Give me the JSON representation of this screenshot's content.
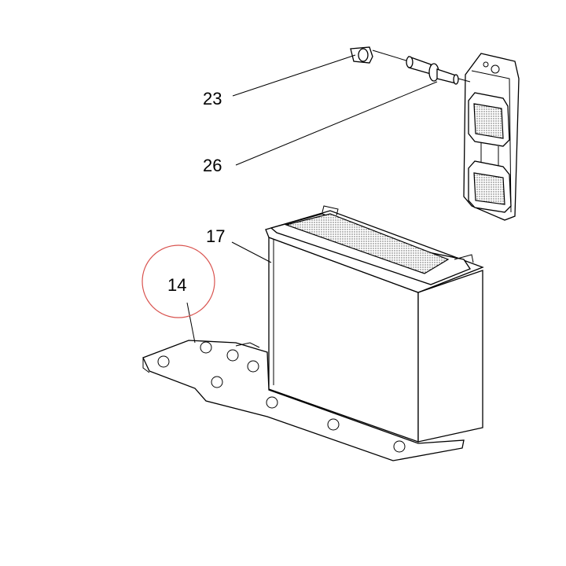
{
  "callouts": {
    "c23": "23",
    "c26": "26",
    "c17": "17",
    "c14": "14"
  },
  "highlight": {
    "label_ref": "14",
    "circle_color": "#d9534f"
  }
}
